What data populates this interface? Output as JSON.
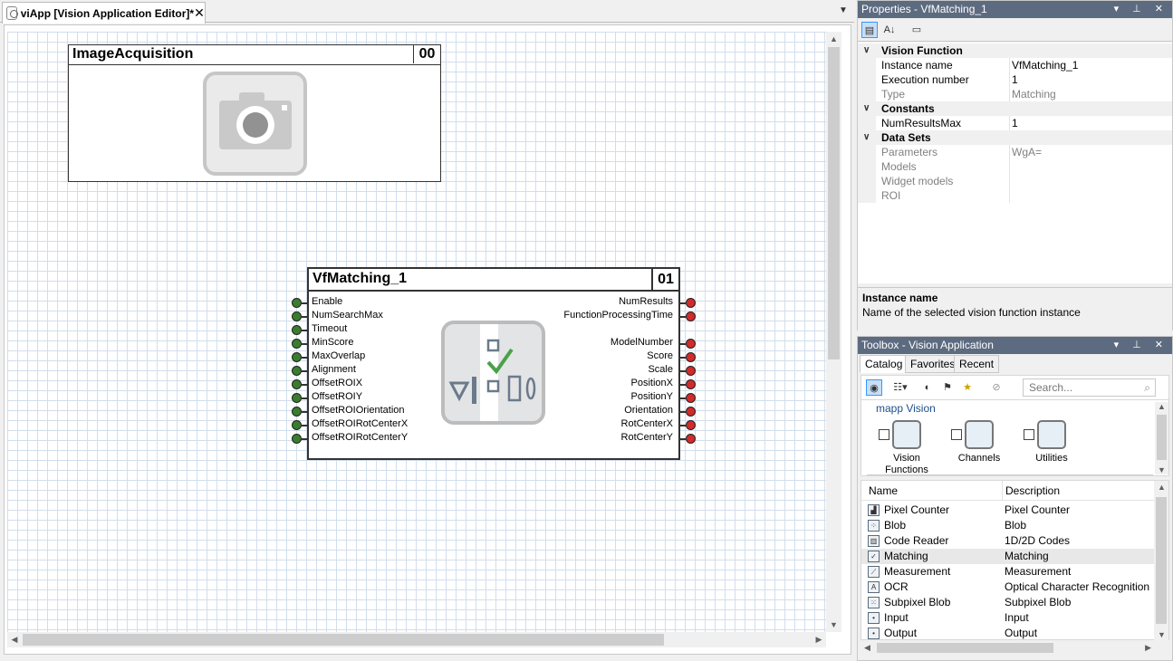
{
  "editor": {
    "tab_title": "viApp [Vision Application Editor]*",
    "close_glyph": "✕",
    "dropdown_glyph": "▼"
  },
  "blocks": {
    "acquisition": {
      "title": "ImageAcquisition",
      "number": "00",
      "icon": "camera-icon"
    },
    "matching": {
      "title": "VfMatching_1",
      "number": "01",
      "icon": "matching-icon",
      "inputs": [
        "Enable",
        "NumSearchMax",
        "Timeout",
        "MinScore",
        "MaxOverlap",
        "Alignment",
        "OffsetROIX",
        "OffsetROIY",
        "OffsetROIOrientation",
        "OffsetROIRotCenterX",
        "OffsetROIRotCenterY"
      ],
      "outputs": [
        "NumResults",
        "FunctionProcessingTime",
        "",
        "ModelNumber",
        "Score",
        "Scale",
        "PositionX",
        "PositionY",
        "Orientation",
        "RotCenterX",
        "RotCenterY"
      ]
    }
  },
  "properties": {
    "title": "Properties - VfMatching_1",
    "categories": [
      {
        "name": "Vision Function",
        "rows": [
          {
            "name": "Instance name",
            "value": "VfMatching_1",
            "readonly": false
          },
          {
            "name": "Execution number",
            "value": "1",
            "readonly": false
          },
          {
            "name": "Type",
            "value": "Matching",
            "readonly": true
          }
        ]
      },
      {
        "name": "Constants",
        "rows": [
          {
            "name": "NumResultsMax",
            "value": "1",
            "readonly": false
          }
        ]
      },
      {
        "name": "Data Sets",
        "rows": [
          {
            "name": "Parameters",
            "value": "WgA=",
            "readonly": true
          },
          {
            "name": "Models",
            "value": "",
            "readonly": true
          },
          {
            "name": "Widget models",
            "value": "",
            "readonly": true
          },
          {
            "name": "ROI",
            "value": "",
            "readonly": true
          }
        ]
      }
    ],
    "description": {
      "title": "Instance name",
      "text": "Name of the selected vision function instance"
    }
  },
  "toolbox": {
    "title": "Toolbox - Vision Application",
    "tabs": [
      "Catalog",
      "Favorites",
      "Recent"
    ],
    "search_placeholder": "Search...",
    "section": "mapp Vision",
    "catalog_items": [
      "Vision Functions",
      "Channels",
      "Utilities"
    ],
    "columns": [
      "Name",
      "Description"
    ],
    "items": [
      {
        "name": "Pixel Counter",
        "description": "Pixel Counter",
        "icon": "pixel-counter-icon"
      },
      {
        "name": "Blob",
        "description": "Blob",
        "icon": "blob-icon"
      },
      {
        "name": "Code Reader",
        "description": "1D/2D Codes",
        "icon": "code-reader-icon"
      },
      {
        "name": "Matching",
        "description": "Matching",
        "icon": "matching-icon",
        "selected": true
      },
      {
        "name": "Measurement",
        "description": "Measurement",
        "icon": "measurement-icon"
      },
      {
        "name": "OCR",
        "description": "Optical Character Recognition",
        "icon": "ocr-icon"
      },
      {
        "name": "Subpixel Blob",
        "description": "Subpixel Blob",
        "icon": "subpixel-blob-icon"
      },
      {
        "name": "Input",
        "description": "Input",
        "icon": "input-icon"
      },
      {
        "name": "Output",
        "description": "Output",
        "icon": "output-icon"
      }
    ]
  }
}
